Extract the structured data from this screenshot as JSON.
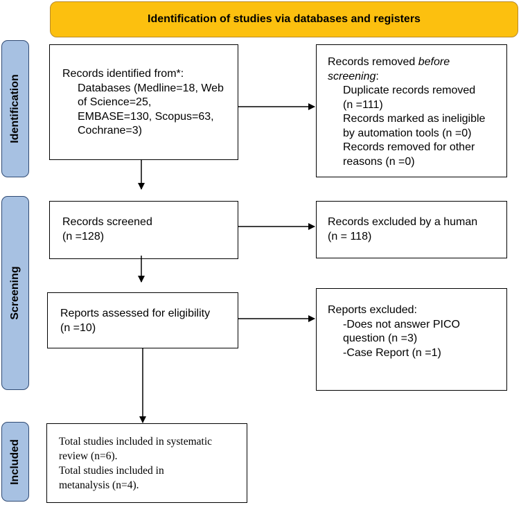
{
  "header": {
    "title": "Identification of studies via databases and registers"
  },
  "phases": {
    "identification": "Identification",
    "screening": "Screening",
    "included": "Included"
  },
  "identified": {
    "lead": "Records identified from*:",
    "lines": [
      "Databases (Medline=18, Web",
      "of Science=25,",
      "EMBASE=130, Scopus=63,",
      "Cochrane=3)"
    ]
  },
  "removed": {
    "lead_prefix": "Records removed ",
    "lead_em1": "before",
    "lead_em2": "screening",
    "lead_suffix": ":",
    "lines": [
      "Duplicate records removed",
      "(n =111)",
      "Records marked as ineligible",
      "by automation tools (n =0)",
      "Records removed for other",
      "reasons (n =0)"
    ]
  },
  "screened": {
    "line1": "Records screened",
    "line2": "(n =128)"
  },
  "excluded_human": {
    "line1": "Records excluded by a human",
    "line2": "(n = 118)"
  },
  "assessed": {
    "line1": "Reports assessed for eligibility",
    "line2": "(n =10)"
  },
  "reports_excluded": {
    "lead": "Reports excluded:",
    "lines": [
      "-Does not answer PICO",
      "question (n =3)",
      "-Case Report (n =1)"
    ]
  },
  "included": {
    "lines": [
      "Total studies included in systematic",
      "review (n=6).",
      "Total studies included in",
      "metanalysis (n=4)."
    ]
  }
}
